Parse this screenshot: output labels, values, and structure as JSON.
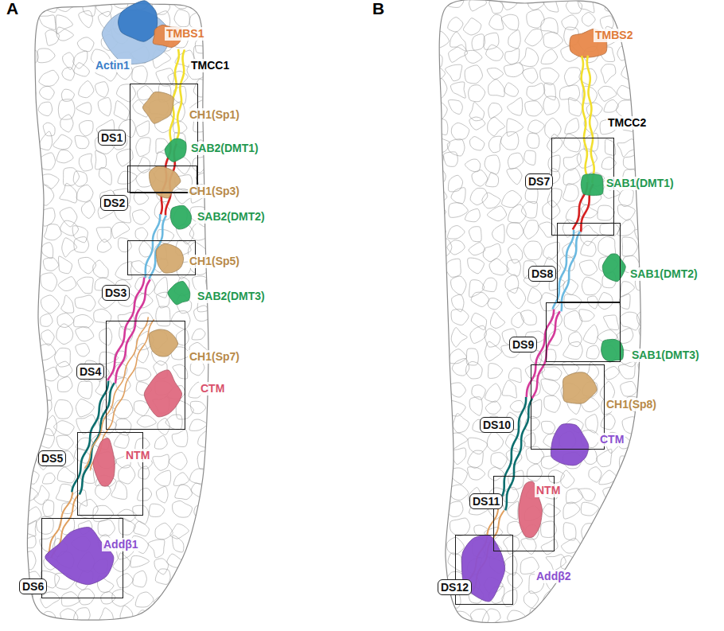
{
  "diagram": {
    "nodes": [
      {
        "text": [
          "DS1"
        ]
      },
      {
        "text": [
          "DS2"
        ]
      },
      {
        "text": [
          "DS3"
        ]
      },
      {
        "text": [
          "DS4"
        ]
      },
      {
        "text": [
          "DS5"
        ]
      },
      {
        "text": [
          "DS6"
        ]
      },
      {
        "text": [
          "DS7"
        ]
      },
      {
        "text": [
          "DS8"
        ]
      },
      {
        "text": [
          "DS9"
        ]
      },
      {
        "text": [
          "DS10"
        ]
      },
      {
        "text": [
          "DS11"
        ]
      },
      {
        "text": [
          "DS12"
        ]
      }
    ],
    "labels": [
      "A",
      "TMBS1",
      "Actin1",
      "TMCC1",
      "CH1(Sp1)",
      "SAB2(DMT1)",
      "CH1(Sp3)",
      "SAB2(DMT2)",
      "CH1(Sp5)",
      "SAB2(DMT3)",
      "CH1(Sp7)",
      "CTM",
      "NTM",
      "Addβ1",
      "B",
      "TMBS2",
      "TMCC2",
      "SAB1(DMT1)",
      "SAB1(DMT2)",
      "SAB1(DMT3)",
      "CH1(Sp8)",
      "CTM",
      "NTM",
      "Addβ2"
    ]
  }
}
